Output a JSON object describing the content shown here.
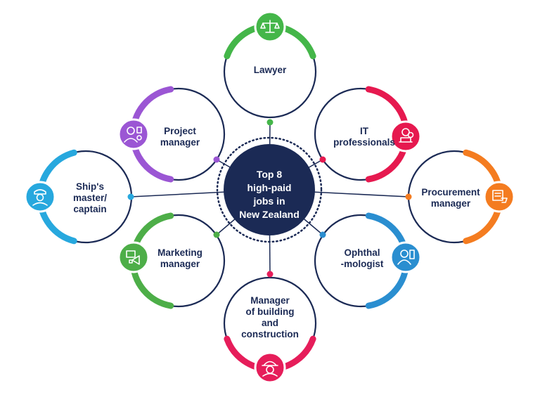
{
  "center": {
    "lines": [
      "Top 8",
      "high-paid",
      "jobs in",
      "New Zealand"
    ]
  },
  "colors": {
    "navy": "#1b2a55",
    "lawyer": "#44b649",
    "it": "#e6194f",
    "procurement": "#f47c20",
    "ophthalmologist": "#2a8ed0",
    "construction": "#e61d5a",
    "marketing": "#4dae48",
    "ship": "#27a8de",
    "project": "#9b56d4"
  },
  "jobs": [
    {
      "key": "lawyer",
      "lines": [
        "Lawyer"
      ],
      "icon": "scales-of-justice-icon"
    },
    {
      "key": "it",
      "lines": [
        "IT",
        "professionals"
      ],
      "icon": "laptop-worker-icon"
    },
    {
      "key": "procurement",
      "lines": [
        "Procurement",
        "manager"
      ],
      "icon": "procurement-cart-icon"
    },
    {
      "key": "ophthalmologist",
      "lines": [
        "Ophthal",
        "-mologist"
      ],
      "icon": "eye-doctor-icon"
    },
    {
      "key": "construction",
      "lines": [
        "Manager",
        "of building",
        "and",
        "construction"
      ],
      "icon": "hard-hat-worker-icon"
    },
    {
      "key": "marketing",
      "lines": [
        "Marketing",
        "manager"
      ],
      "icon": "marketing-megaphone-icon"
    },
    {
      "key": "ship",
      "lines": [
        "Ship's",
        "master/",
        "captain"
      ],
      "icon": "ship-captain-icon"
    },
    {
      "key": "project",
      "lines": [
        "Project",
        "manager"
      ],
      "icon": "project-manager-icon"
    }
  ]
}
